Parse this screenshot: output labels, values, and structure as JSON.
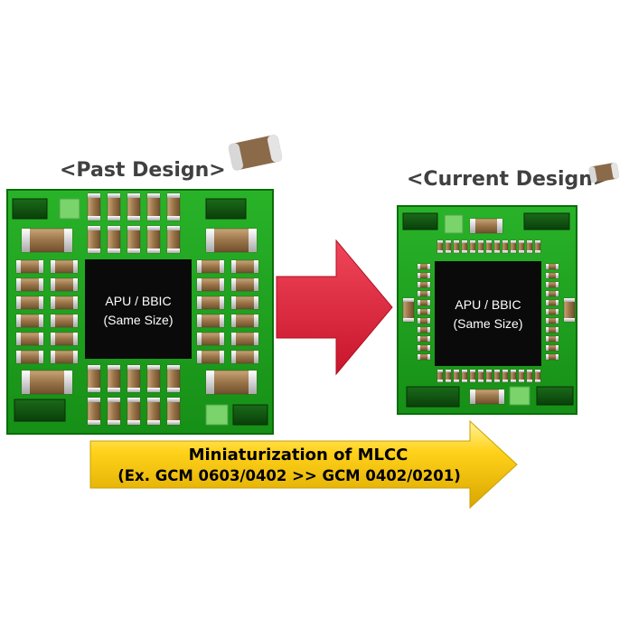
{
  "past_design": {
    "title": "<Past Design>",
    "chip_line1": "APU / BBIC",
    "chip_line2": "(Same Size)"
  },
  "current_design": {
    "title": "<Current Design>",
    "chip_line1": "APU / BBIC",
    "chip_line2": "(Same Size)"
  },
  "bottom_arrow": {
    "line1": "Miniaturization of MLCC",
    "line2": "(Ex. GCM 0603/0402 >> GCM 0402/0201)"
  },
  "colors": {
    "pcb_green": "#1fa31f",
    "pcb_border": "#0a6e0a",
    "pad_dark_green": "#0d4d0d",
    "pad_light_green": "#7bd36b",
    "capacitor_body": "#9a7448",
    "capacitor_terminal": "#e8e8e8",
    "chip_black": "#0a0a0a",
    "red_arrow": "#e8273d",
    "yellow_arrow": "#f5c400"
  }
}
